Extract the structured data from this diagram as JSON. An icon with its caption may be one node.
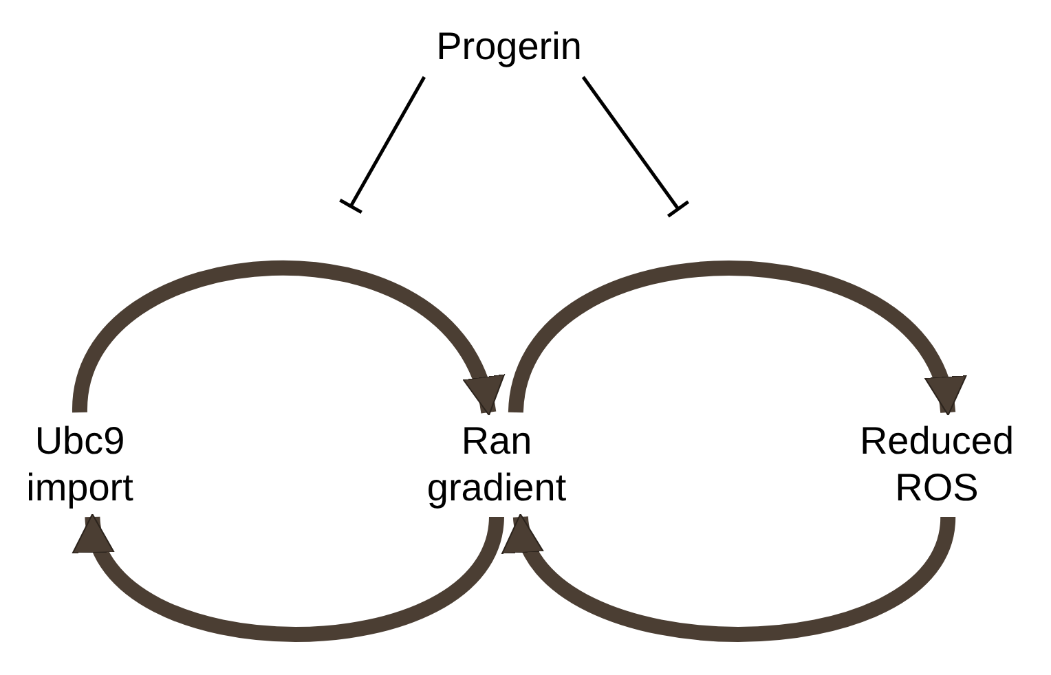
{
  "diagram": {
    "nodes": [
      {
        "text": [
          "Progerin"
        ]
      },
      {
        "text": [
          "Ubc9 import"
        ]
      },
      {
        "text": [
          "Ran gradient"
        ]
      },
      {
        "text": [
          "Reduced ROS"
        ]
      }
    ],
    "edges": [
      {
        "from": 1,
        "to": 2,
        "arrow": "to"
      },
      {
        "from": 2,
        "to": 1,
        "arrow": "to"
      },
      {
        "from": 2,
        "to": 3,
        "arrow": "to"
      },
      {
        "from": 3,
        "to": 2,
        "arrow": "to"
      },
      {
        "from": 0,
        "to": null,
        "arrow": "other"
      },
      {
        "from": 0,
        "to": null,
        "arrow": "other"
      }
    ]
  }
}
